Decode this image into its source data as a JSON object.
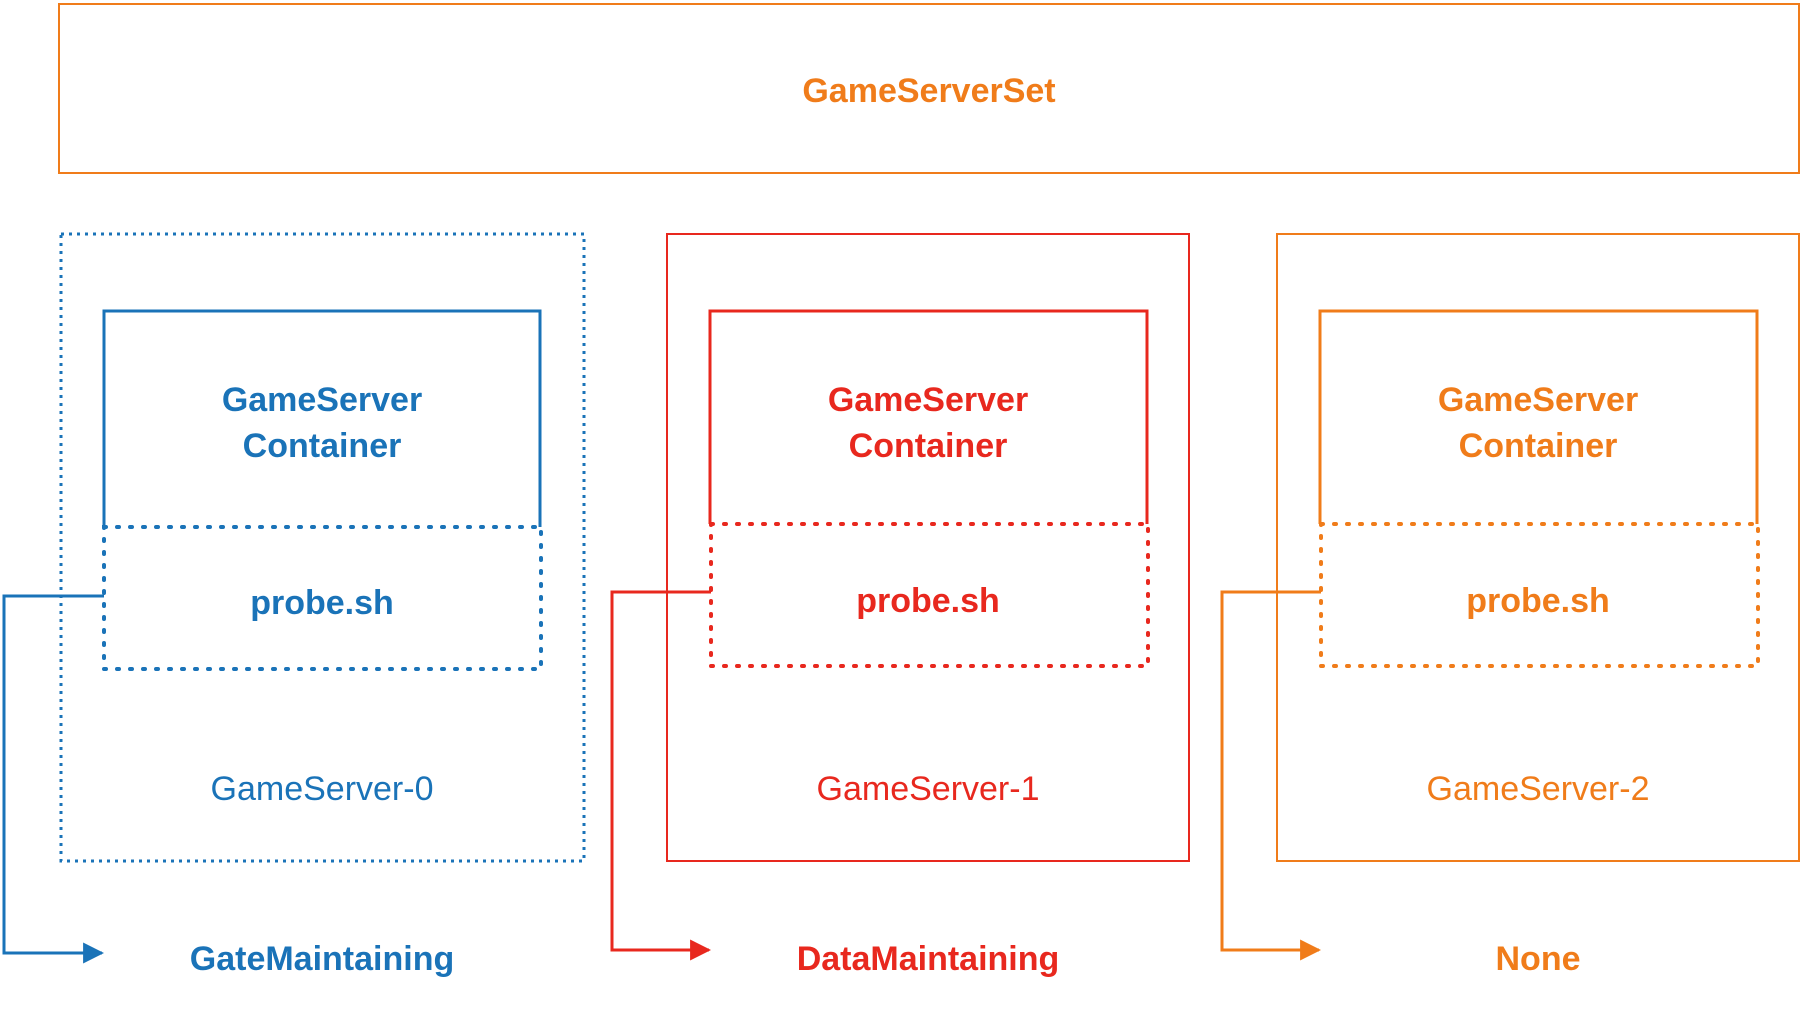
{
  "colors": {
    "blue": "#1a73b8",
    "red": "#e8281e",
    "orange": "#f07c1a"
  },
  "gameserverset": {
    "label": "GameServerSet",
    "color": "#f07c1a"
  },
  "gameservers": [
    {
      "name": "GameServer-0",
      "container_line1": "GameServer",
      "container_line2": "Container",
      "probe": "probe.sh",
      "state": "GateMaintaining",
      "color": "#1a73b8",
      "pod_border": "dotted"
    },
    {
      "name": "GameServer-1",
      "container_line1": "GameServer",
      "container_line2": "Container",
      "probe": "probe.sh",
      "state": "DataMaintaining",
      "color": "#e8281e",
      "pod_border": "solid"
    },
    {
      "name": "GameServer-2",
      "container_line1": "GameServer",
      "container_line2": "Container",
      "probe": "probe.sh",
      "state": "None",
      "color": "#f07c1a",
      "pod_border": "solid"
    }
  ]
}
